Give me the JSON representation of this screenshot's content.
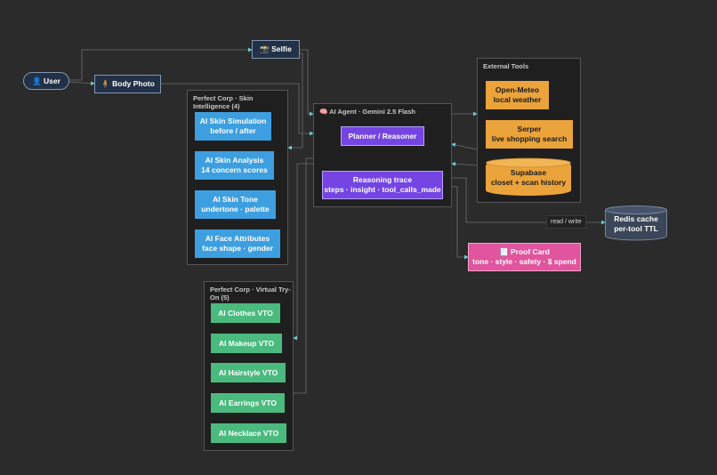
{
  "nodes": {
    "user": "👤 User",
    "body_photo": "🧍 Body Photo",
    "selfie": "📸 Selfie",
    "skin_simulation": "AI Skin Simulation\nbefore / after",
    "skin_analysis": "AI Skin Analysis\n14 concern scores",
    "skin_tone": "AI Skin Tone\nundertone · palette",
    "face_attributes": "AI Face Attributes\nface shape · gender",
    "clothes_vto": "AI Clothes VTO",
    "makeup_vto": "AI Makeup VTO",
    "hairstyle_vto": "AI Hairstyle VTO",
    "earrings_vto": "AI Earrings VTO",
    "necklace_vto": "AI Necklace VTO",
    "planner": "Planner / Reasoner",
    "reasoning_trace": "Reasoning trace\nsteps · insight · tool_calls_made",
    "open_meteo": "Open-Meteo\nlocal weather",
    "serper": "Serper\nlive shopping search",
    "supabase": "Supabase\ncloset + scan history",
    "redis": "Redis cache\nper-tool TTL",
    "proof_card": "🧾 Proof Card\ntone · style · safety · $ spend"
  },
  "clusters": {
    "skin_intelligence": "Perfect Corp · Skin Intelligence (4)",
    "virtual_tryon": "Perfect Corp · Virtual Try-On (5)",
    "agent": "🧠 AI Agent · Gemini 2.5 Flash",
    "external_tools": "External Tools"
  },
  "edge_labels": {
    "redis_rw": "read / write"
  },
  "colors": {
    "background": "#2b2b2b",
    "skin": "#3d9fe0",
    "vto": "#4aba7e",
    "external": "#eba33c",
    "agent": "#7445e3",
    "proof": "#e0559d",
    "edge": "#6f6f6f",
    "arrow": "#6ecbd6"
  }
}
